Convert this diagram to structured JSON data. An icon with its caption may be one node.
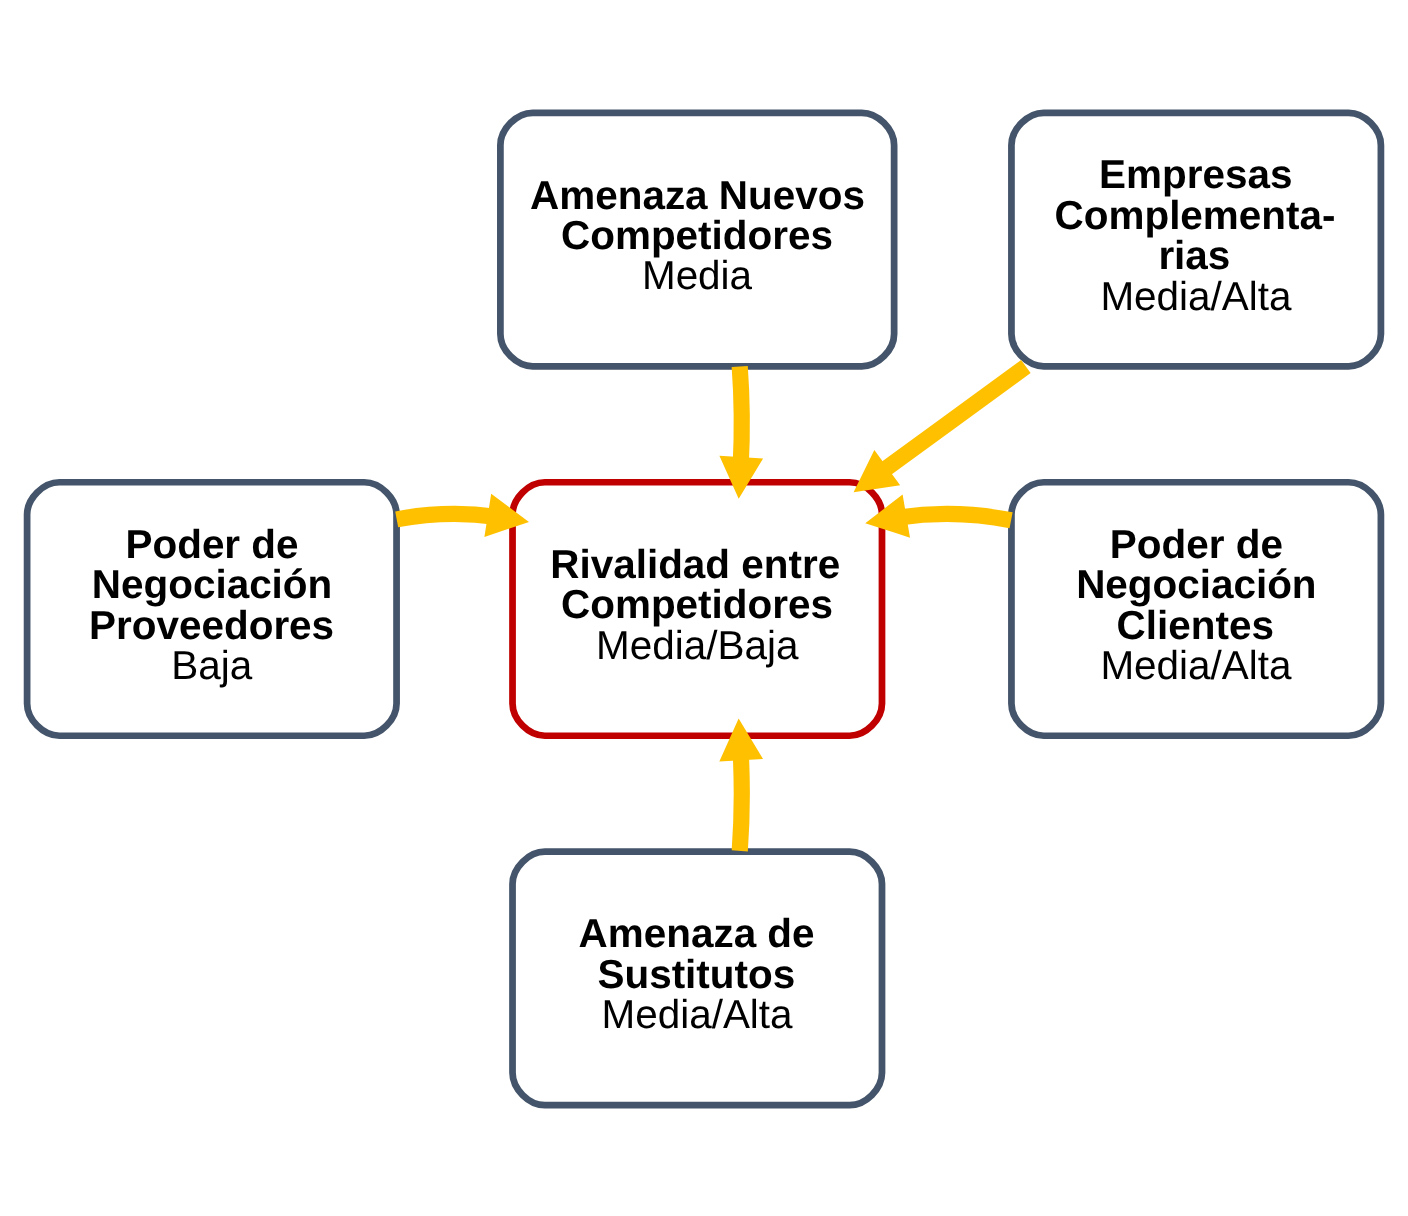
{
  "diagram": {
    "nodes": [
      {
        "text": [
          "Amenaza Nuevos Competidores",
          "Media"
        ]
      },
      {
        "text": [
          "Empresas Complementa- rias",
          "Media/Alta"
        ]
      },
      {
        "text": [
          "Poder de Negociación Proveedores",
          "Baja"
        ]
      },
      {
        "text": [
          "Rivalidad entre Competidores",
          "Media/Baja"
        ]
      },
      {
        "text": [
          "Poder de Negociación Clientes",
          "Media/Alta"
        ]
      },
      {
        "text": [
          "Amenaza de Sustitutos",
          "Media/Alta"
        ]
      }
    ],
    "edges": [
      {
        "from": 0,
        "to": 3,
        "arrow": "to"
      },
      {
        "from": 1,
        "to": 3,
        "arrow": "to"
      },
      {
        "from": 2,
        "to": 3,
        "arrow": "to"
      },
      {
        "from": 4,
        "to": 3,
        "arrow": "to"
      },
      {
        "from": 5,
        "to": 3,
        "arrow": "to"
      }
    ]
  }
}
